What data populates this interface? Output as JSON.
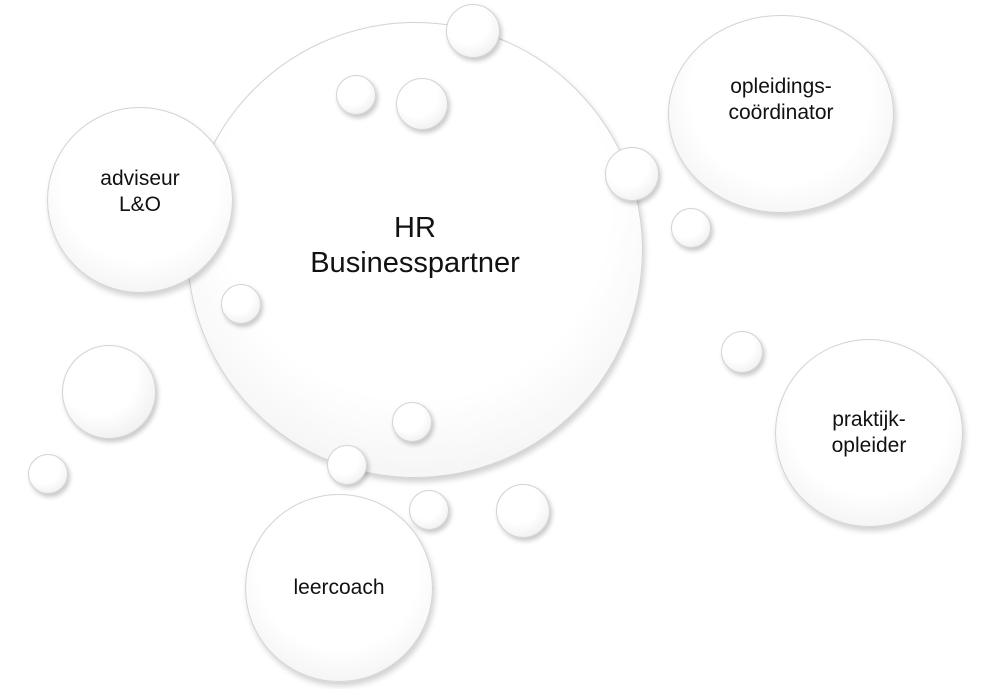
{
  "diagram": {
    "center_node": {
      "label": "HR\nBusinesspartner"
    },
    "nodes": [
      {
        "id": "adviseur",
        "label": "adviseur\nL&O"
      },
      {
        "id": "opleidingscoordinator",
        "label": "opleidings-\ncoördinator"
      },
      {
        "id": "praktijkopleider",
        "label": "praktijk-\nopleider"
      },
      {
        "id": "leercoach",
        "label": "leercoach"
      }
    ],
    "colors": {
      "bubble_fill": "#ffffff",
      "bubble_border": "#d3d3d3",
      "text": "#111111"
    }
  }
}
